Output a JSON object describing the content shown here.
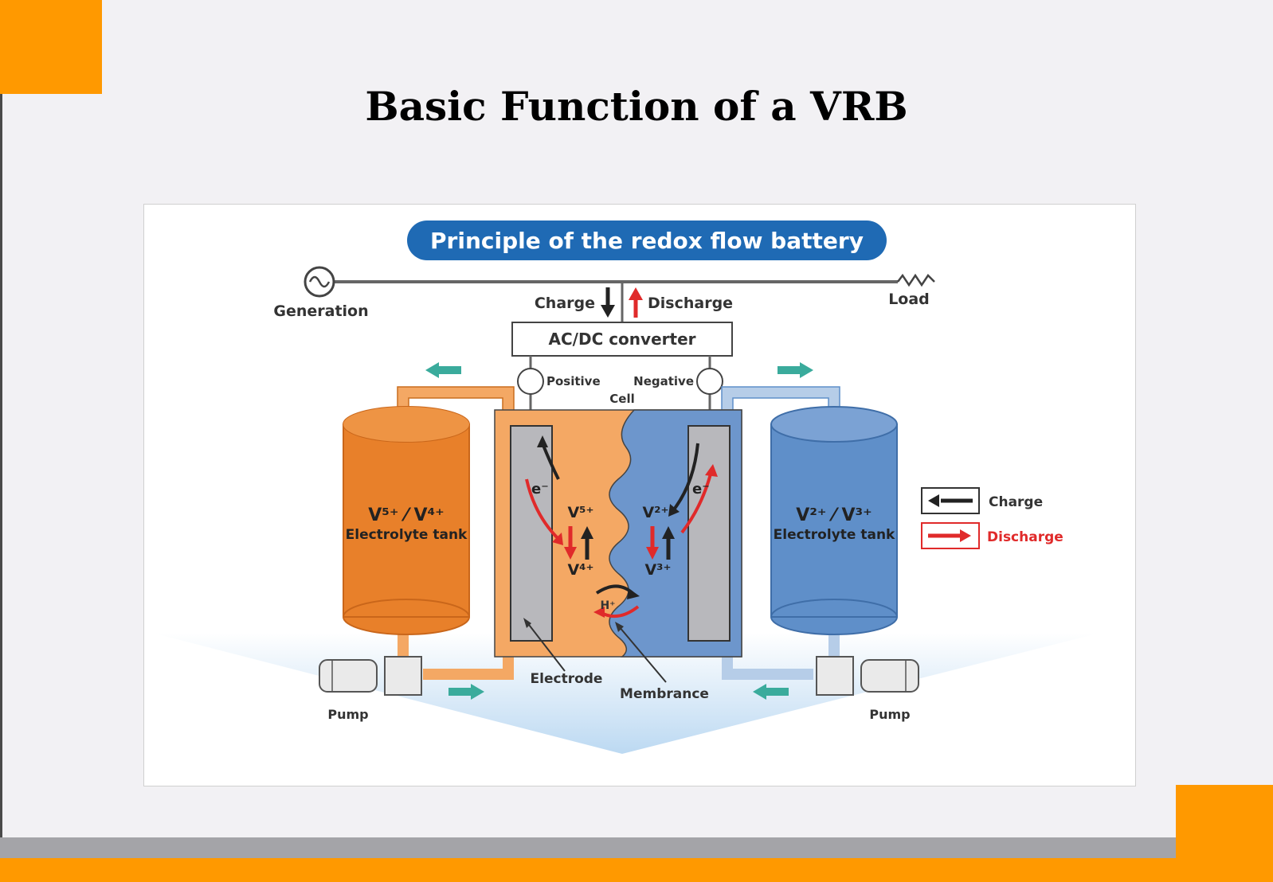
{
  "slide": {
    "title": "Basic Function of a VRB",
    "accent_color": "#ff9900"
  },
  "diagram": {
    "title": "Principle of the redox flow battery",
    "generation_label": "Generation",
    "load_label": "Load",
    "charge_label": "Charge",
    "discharge_label": "Discharge",
    "converter_label": "AC/DC converter",
    "positive_label": "Positive",
    "negative_label": "Negative",
    "cell_label": "Cell",
    "left_tank": {
      "ions": "V⁵⁺ ⁄ V⁴⁺",
      "label": "Electrolyte tank"
    },
    "right_tank": {
      "ions": "V²⁺ ⁄ V³⁺",
      "label": "Electrolyte tank"
    },
    "left_cell_ions": {
      "top": "V⁵⁺",
      "bottom": "V⁴⁺"
    },
    "right_cell_ions": {
      "top": "V²⁺",
      "bottom": "V³⁺"
    },
    "electron_label": "e⁻",
    "proton_label": "H⁺",
    "electrode_label": "Electrode",
    "membrane_label": "Membrance",
    "pump_label": "Pump",
    "legend": {
      "charge": "Charge",
      "discharge": "Discharge"
    },
    "colors": {
      "title_pill": "#1f6ab4",
      "positive_tank": "#e8802a",
      "positive_cell": "#f4a864",
      "negative_tank": "#5f8fc9",
      "negative_cell": "#6d96cc",
      "flow_arrow": "#3aab9c",
      "charge_arrow": "#222222",
      "discharge_arrow": "#e02a2a"
    }
  }
}
